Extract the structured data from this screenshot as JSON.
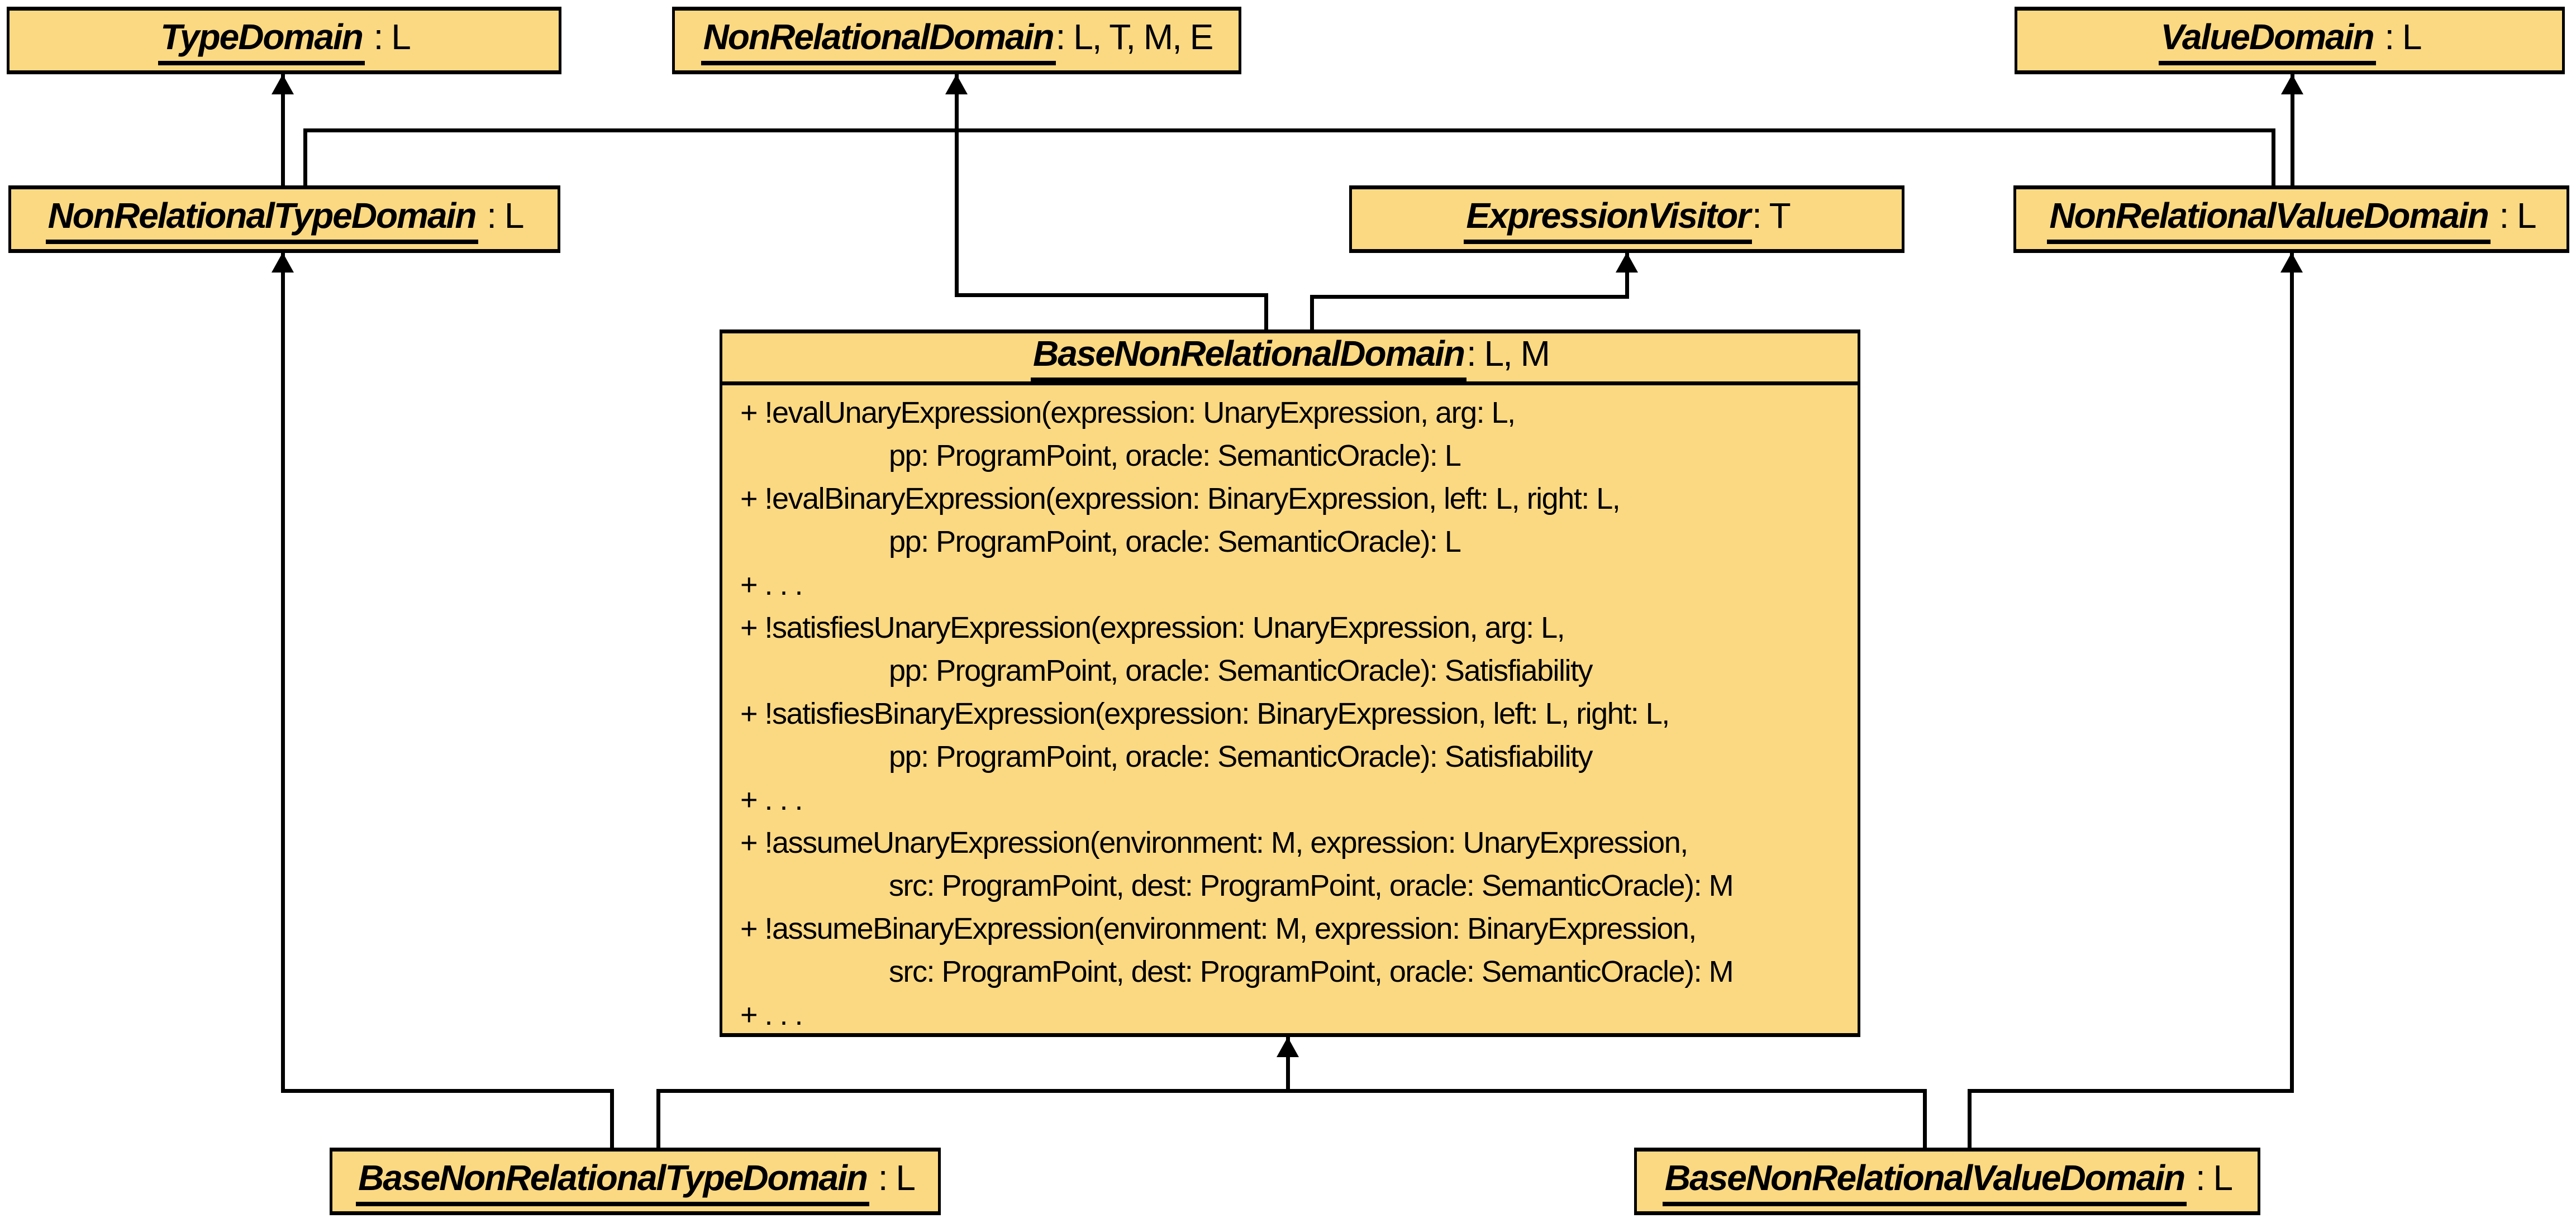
{
  "diagram_type": "uml-class-diagram",
  "colors": {
    "box_fill": "#FBD983",
    "box_border": "#000000",
    "line": "#000000",
    "background": "#FFFFFF"
  },
  "classes": {
    "type_domain": {
      "name": "TypeDomain",
      "params": " : L"
    },
    "non_relational_domain": {
      "name": "NonRelationalDomain",
      "params": ": L, T, M, E"
    },
    "value_domain": {
      "name": "ValueDomain",
      "params": " : L"
    },
    "non_relational_type_domain": {
      "name": "NonRelationalTypeDomain",
      "params": " : L"
    },
    "expression_visitor": {
      "name": "ExpressionVisitor",
      "params": ": T"
    },
    "non_relational_value_domain": {
      "name": "NonRelationalValueDomain",
      "params": " : L"
    },
    "base_non_relational_domain": {
      "name": "BaseNonRelationalDomain",
      "params": ": L, M"
    },
    "base_non_relational_type_domain": {
      "name": "BaseNonRelationalTypeDomain",
      "params": " : L"
    },
    "base_non_relational_value_domain": {
      "name": "BaseNonRelationalValueDomain",
      "params": " : L"
    }
  },
  "methods": [
    {
      "text": "+ !evalUnaryExpression(expression: UnaryExpression, arg: L,",
      "indent": 0
    },
    {
      "text": "pp: ProgramPoint, oracle: SemanticOracle): L",
      "indent": 1
    },
    {
      "text": "+ !evalBinaryExpression(expression: BinaryExpression, left: L, right: L,",
      "indent": 0
    },
    {
      "text": "pp: ProgramPoint, oracle: SemanticOracle): L",
      "indent": 1
    },
    {
      "text": "+ . . .",
      "indent": 0
    },
    {
      "text": "+ !satisfiesUnaryExpression(expression: UnaryExpression, arg: L,",
      "indent": 0
    },
    {
      "text": "pp: ProgramPoint, oracle: SemanticOracle): Satisfiability",
      "indent": 1
    },
    {
      "text": "+ !satisfiesBinaryExpression(expression: BinaryExpression, left: L, right: L,",
      "indent": 0
    },
    {
      "text": "pp: ProgramPoint, oracle: SemanticOracle): Satisfiability",
      "indent": 1
    },
    {
      "text": "+ . . .",
      "indent": 0
    },
    {
      "text": "+ !assumeUnaryExpression(environment: M, expression: UnaryExpression,",
      "indent": 0
    },
    {
      "text": "src: ProgramPoint, dest: ProgramPoint, oracle: SemanticOracle): M",
      "indent": 1
    },
    {
      "text": "+ !assumeBinaryExpression(environment: M, expression: BinaryExpression,",
      "indent": 0
    },
    {
      "text": "src: ProgramPoint, dest: ProgramPoint, oracle: SemanticOracle): M",
      "indent": 1
    },
    {
      "text": "+ . . .",
      "indent": 0
    }
  ],
  "edges": [
    {
      "child": "NonRelationalTypeDomain",
      "parent": "TypeDomain"
    },
    {
      "child": "NonRelationalTypeDomain",
      "parent": "NonRelationalDomain"
    },
    {
      "child": "NonRelationalValueDomain",
      "parent": "NonRelationalDomain"
    },
    {
      "child": "NonRelationalValueDomain",
      "parent": "ValueDomain"
    },
    {
      "child": "BaseNonRelationalDomain",
      "parent": "NonRelationalDomain"
    },
    {
      "child": "BaseNonRelationalDomain",
      "parent": "ExpressionVisitor"
    },
    {
      "child": "BaseNonRelationalTypeDomain",
      "parent": "NonRelationalTypeDomain"
    },
    {
      "child": "BaseNonRelationalTypeDomain",
      "parent": "BaseNonRelationalDomain"
    },
    {
      "child": "BaseNonRelationalValueDomain",
      "parent": "BaseNonRelationalDomain"
    },
    {
      "child": "BaseNonRelationalValueDomain",
      "parent": "NonRelationalValueDomain"
    }
  ]
}
